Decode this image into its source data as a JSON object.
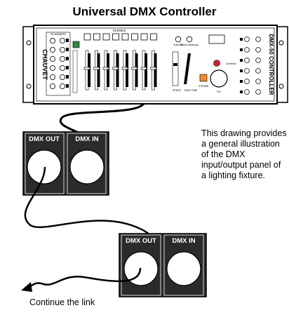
{
  "diagram": {
    "title": "Universal DMX Controller",
    "note": "This drawing provides a general illustration of the DMX input/output panel of a lighting fixture.",
    "caption": "Continue the link"
  },
  "controller": {
    "brand": "CHAUVET",
    "model": "DMX-50 CONTROLLER",
    "scenes_label": "SCENES",
    "scanners_label": "SCANNERS",
    "auto_del_label": "Auto/Del",
    "music_label": "Music Bankcopy",
    "override_label": "Override",
    "strobe_label": "STROBE",
    "speed_label": "SPEED",
    "fade_time_label": "FADE TIME",
    "tilt_label": "TILT"
  },
  "panels": [
    {
      "out_label": "DMX OUT",
      "in_label": "DMX IN"
    },
    {
      "out_label": "DMX OUT",
      "in_label": "DMX IN"
    }
  ],
  "colors": {
    "panel_fill": "#2b2b2b",
    "device_stroke": "#000000",
    "green_led": "#2a8a3a",
    "red_button": "#d4202a",
    "orange_button": "#f08a20"
  }
}
